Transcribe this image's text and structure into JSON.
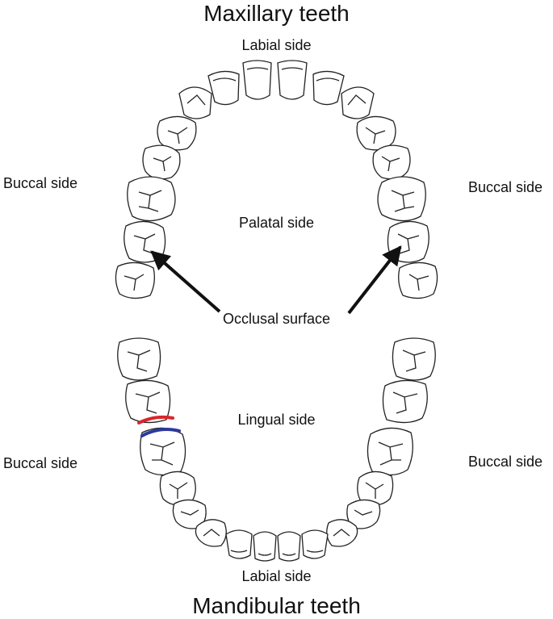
{
  "titles": {
    "maxillary": "Maxillary teeth",
    "mandibular": "Mandibular teeth"
  },
  "labels": {
    "labial_top": "Labial side",
    "labial_bottom": "Labial side",
    "palatal": "Palatal side",
    "lingual": "Lingual side",
    "occlusal": "Occlusal surface",
    "buccal_upper_left": "Buccal side",
    "buccal_upper_right": "Buccal side",
    "buccal_lower_left": "Buccal side",
    "buccal_lower_right": "Buccal side"
  },
  "colors": {
    "outline": "#222222",
    "text": "#111111",
    "contact_mesial": "#d8262a",
    "contact_distal": "#2b3a9a"
  }
}
